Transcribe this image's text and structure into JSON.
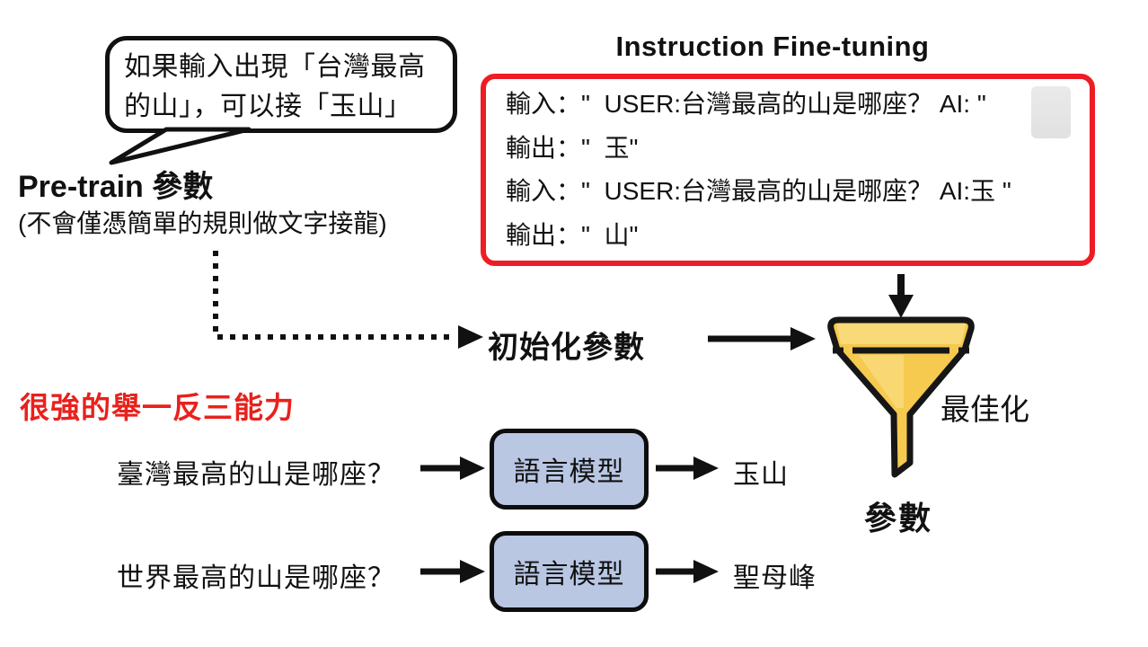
{
  "bubble": {
    "lines": [
      "如果輸入出現「台灣最高",
      "的山」，可以接「玉山」"
    ]
  },
  "pretrain": {
    "title": "Pre-train 參數",
    "subtitle": "(不會僅憑簡單的規則做文字接龍)"
  },
  "finetune": {
    "title": "Instruction Fine-tuning",
    "lines": [
      "輸入：\"  USER:台灣最高的山是哪座？ AI: \"",
      "輸出：\"  玉\"",
      "輸入：\"  USER:台灣最高的山是哪座？ AI:玉 \"",
      "輸出：\"  山\""
    ]
  },
  "flow": {
    "init_params_label": "初始化參數",
    "optimize_label": "最佳化",
    "params_label": "參數"
  },
  "annotation": {
    "generalization_note": "很強的舉一反三能力"
  },
  "examples": [
    {
      "question": "臺灣最高的山是哪座？",
      "model_label": "語言模型",
      "answer": "玉山"
    },
    {
      "question": "世界最高的山是哪座？",
      "model_label": "語言模型",
      "answer": "聖母峰"
    }
  ],
  "icons": {
    "funnel": "funnel-icon",
    "arrows": [
      "dotted-connector-arrow",
      "init-to-funnel-arrow",
      "finetune-to-funnel-arrow",
      "question1-arrow",
      "model1-output-arrow",
      "question2-arrow",
      "model2-output-arrow"
    ]
  },
  "colors": {
    "accent_red": "#ee1c24",
    "note_red": "#e8211c",
    "model_box_blue": "#b9c7e3",
    "funnel_gold": "#f6c94f",
    "funnel_gold_light": "#f9da79",
    "ink": "#111111"
  }
}
